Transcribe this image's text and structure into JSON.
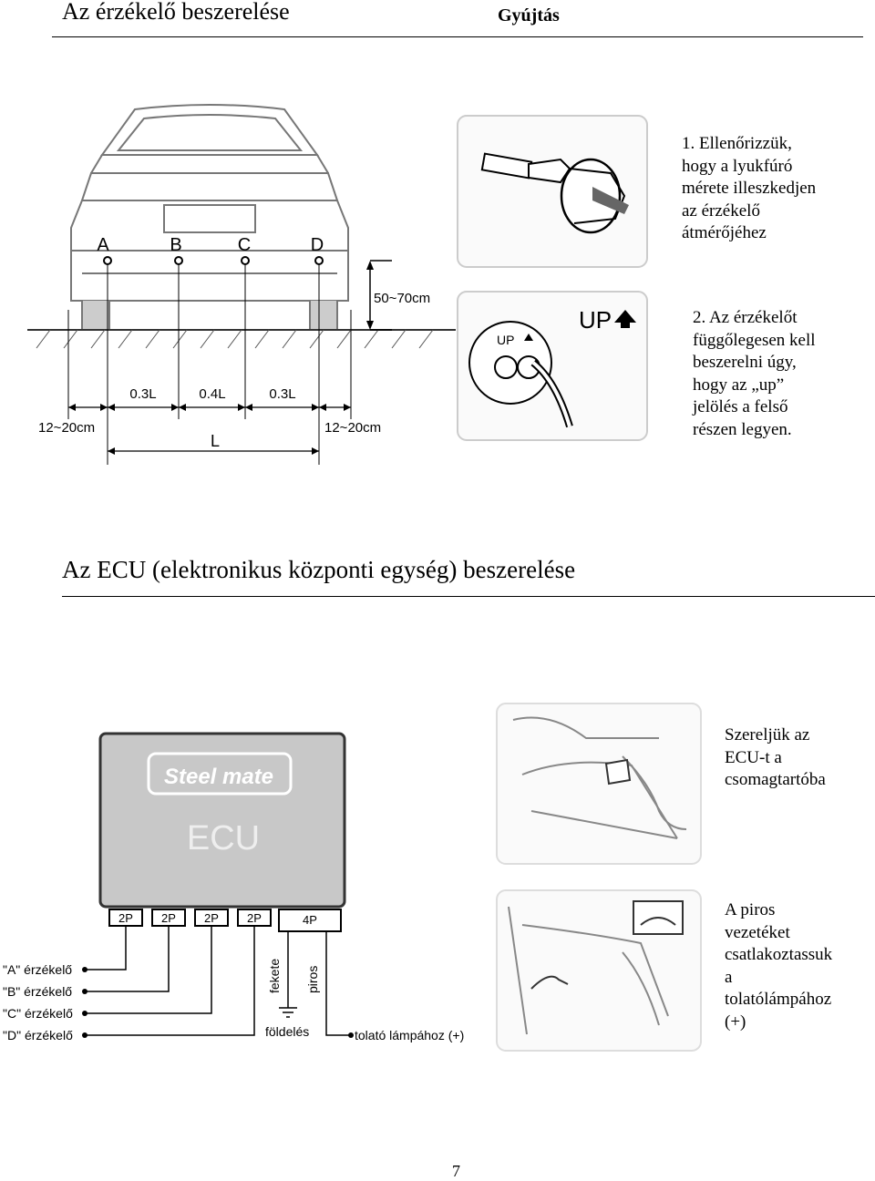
{
  "header": {
    "title": "Az érzékelő beszerelése",
    "subtitle": "Gyújtás"
  },
  "car_diagram": {
    "sensor_labels": [
      "A",
      "B",
      "C",
      "D"
    ],
    "height_label": "50~70cm",
    "spacing_labels": [
      "0.3L",
      "0.4L",
      "0.3L"
    ],
    "edge_left": "12~20cm",
    "edge_right": "12~20cm",
    "length_label": "L"
  },
  "steps": [
    {
      "text": "1. Ellenőrizzük,\nhogy a lyukfúró\nmérete illeszkedjen\naz érzékelő\nátmérőjéhez"
    },
    {
      "text": "2. Az érzékelőt\nfüggőlegesen kell\nbeszerelni úgy,\nhogy az „up”\njelölés a felső\nrészen legyen."
    }
  ],
  "up_marker": {
    "big": "UP",
    "small": "UP"
  },
  "section2": {
    "title": "Az ECU (elektronikus központi egység) beszerelése"
  },
  "ecu": {
    "brand": "Steel mate",
    "label": "ECU",
    "connectors": [
      "2P",
      "2P",
      "2P",
      "2P",
      "4P"
    ],
    "sensors": [
      "\"A\" érzékelő",
      "\"B\" érzékelő",
      "\"C\" érzékelő",
      "\"D\" érzékelő"
    ],
    "wire_black": "fekete",
    "wire_red": "piros",
    "ground": "földelés",
    "reverse_lamp": "tolató lámpához (+)"
  },
  "ecu_steps": [
    {
      "text": "Szereljük az\nECU-t a\ncsomagtartóba"
    },
    {
      "text": "A piros\nvezetéket\ncsatlakoztassuk\na\ntolatólámpához\n(+)"
    }
  ],
  "page_number": "7"
}
